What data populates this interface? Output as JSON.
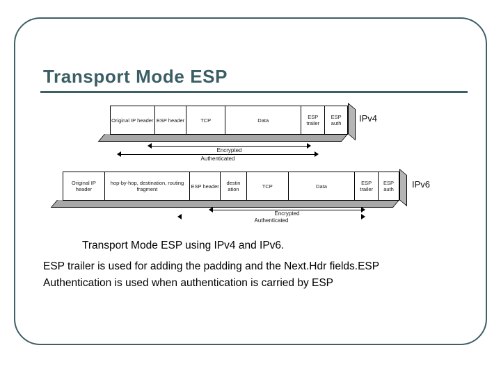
{
  "slide": {
    "title": "Transport Mode ESP",
    "caption": "Transport Mode ESP using IPv4 and IPv6.",
    "body": "ESP trailer is used for adding the padding and the Next.Hdr fields.ESP Authentication is used when authentication is carried by ESP",
    "frame_color": "#3d5f66",
    "title_color": "#3a5e64"
  },
  "diagrams": [
    {
      "protocol_label": "IPv4",
      "cells": [
        {
          "label": "Original IP header"
        },
        {
          "label": "ESP header"
        },
        {
          "label": "TCP"
        },
        {
          "label": "Data"
        },
        {
          "label": "ESP trailer"
        },
        {
          "label": "ESP auth"
        }
      ],
      "annotations": [
        {
          "label": "Encrypted"
        },
        {
          "label": "Authenticated"
        }
      ]
    },
    {
      "protocol_label": "IPv6",
      "cells": [
        {
          "label": "Original IP header"
        },
        {
          "label": "hop-by-hop, destination, routing fragment"
        },
        {
          "label": "ESP header"
        },
        {
          "label": "destin ation"
        },
        {
          "label": "TCP"
        },
        {
          "label": "Data"
        },
        {
          "label": "ESP trailer"
        },
        {
          "label": "ESP auth"
        }
      ],
      "annotations": [
        {
          "label": "Encrypted"
        },
        {
          "label": "Authenticated"
        }
      ]
    }
  ]
}
